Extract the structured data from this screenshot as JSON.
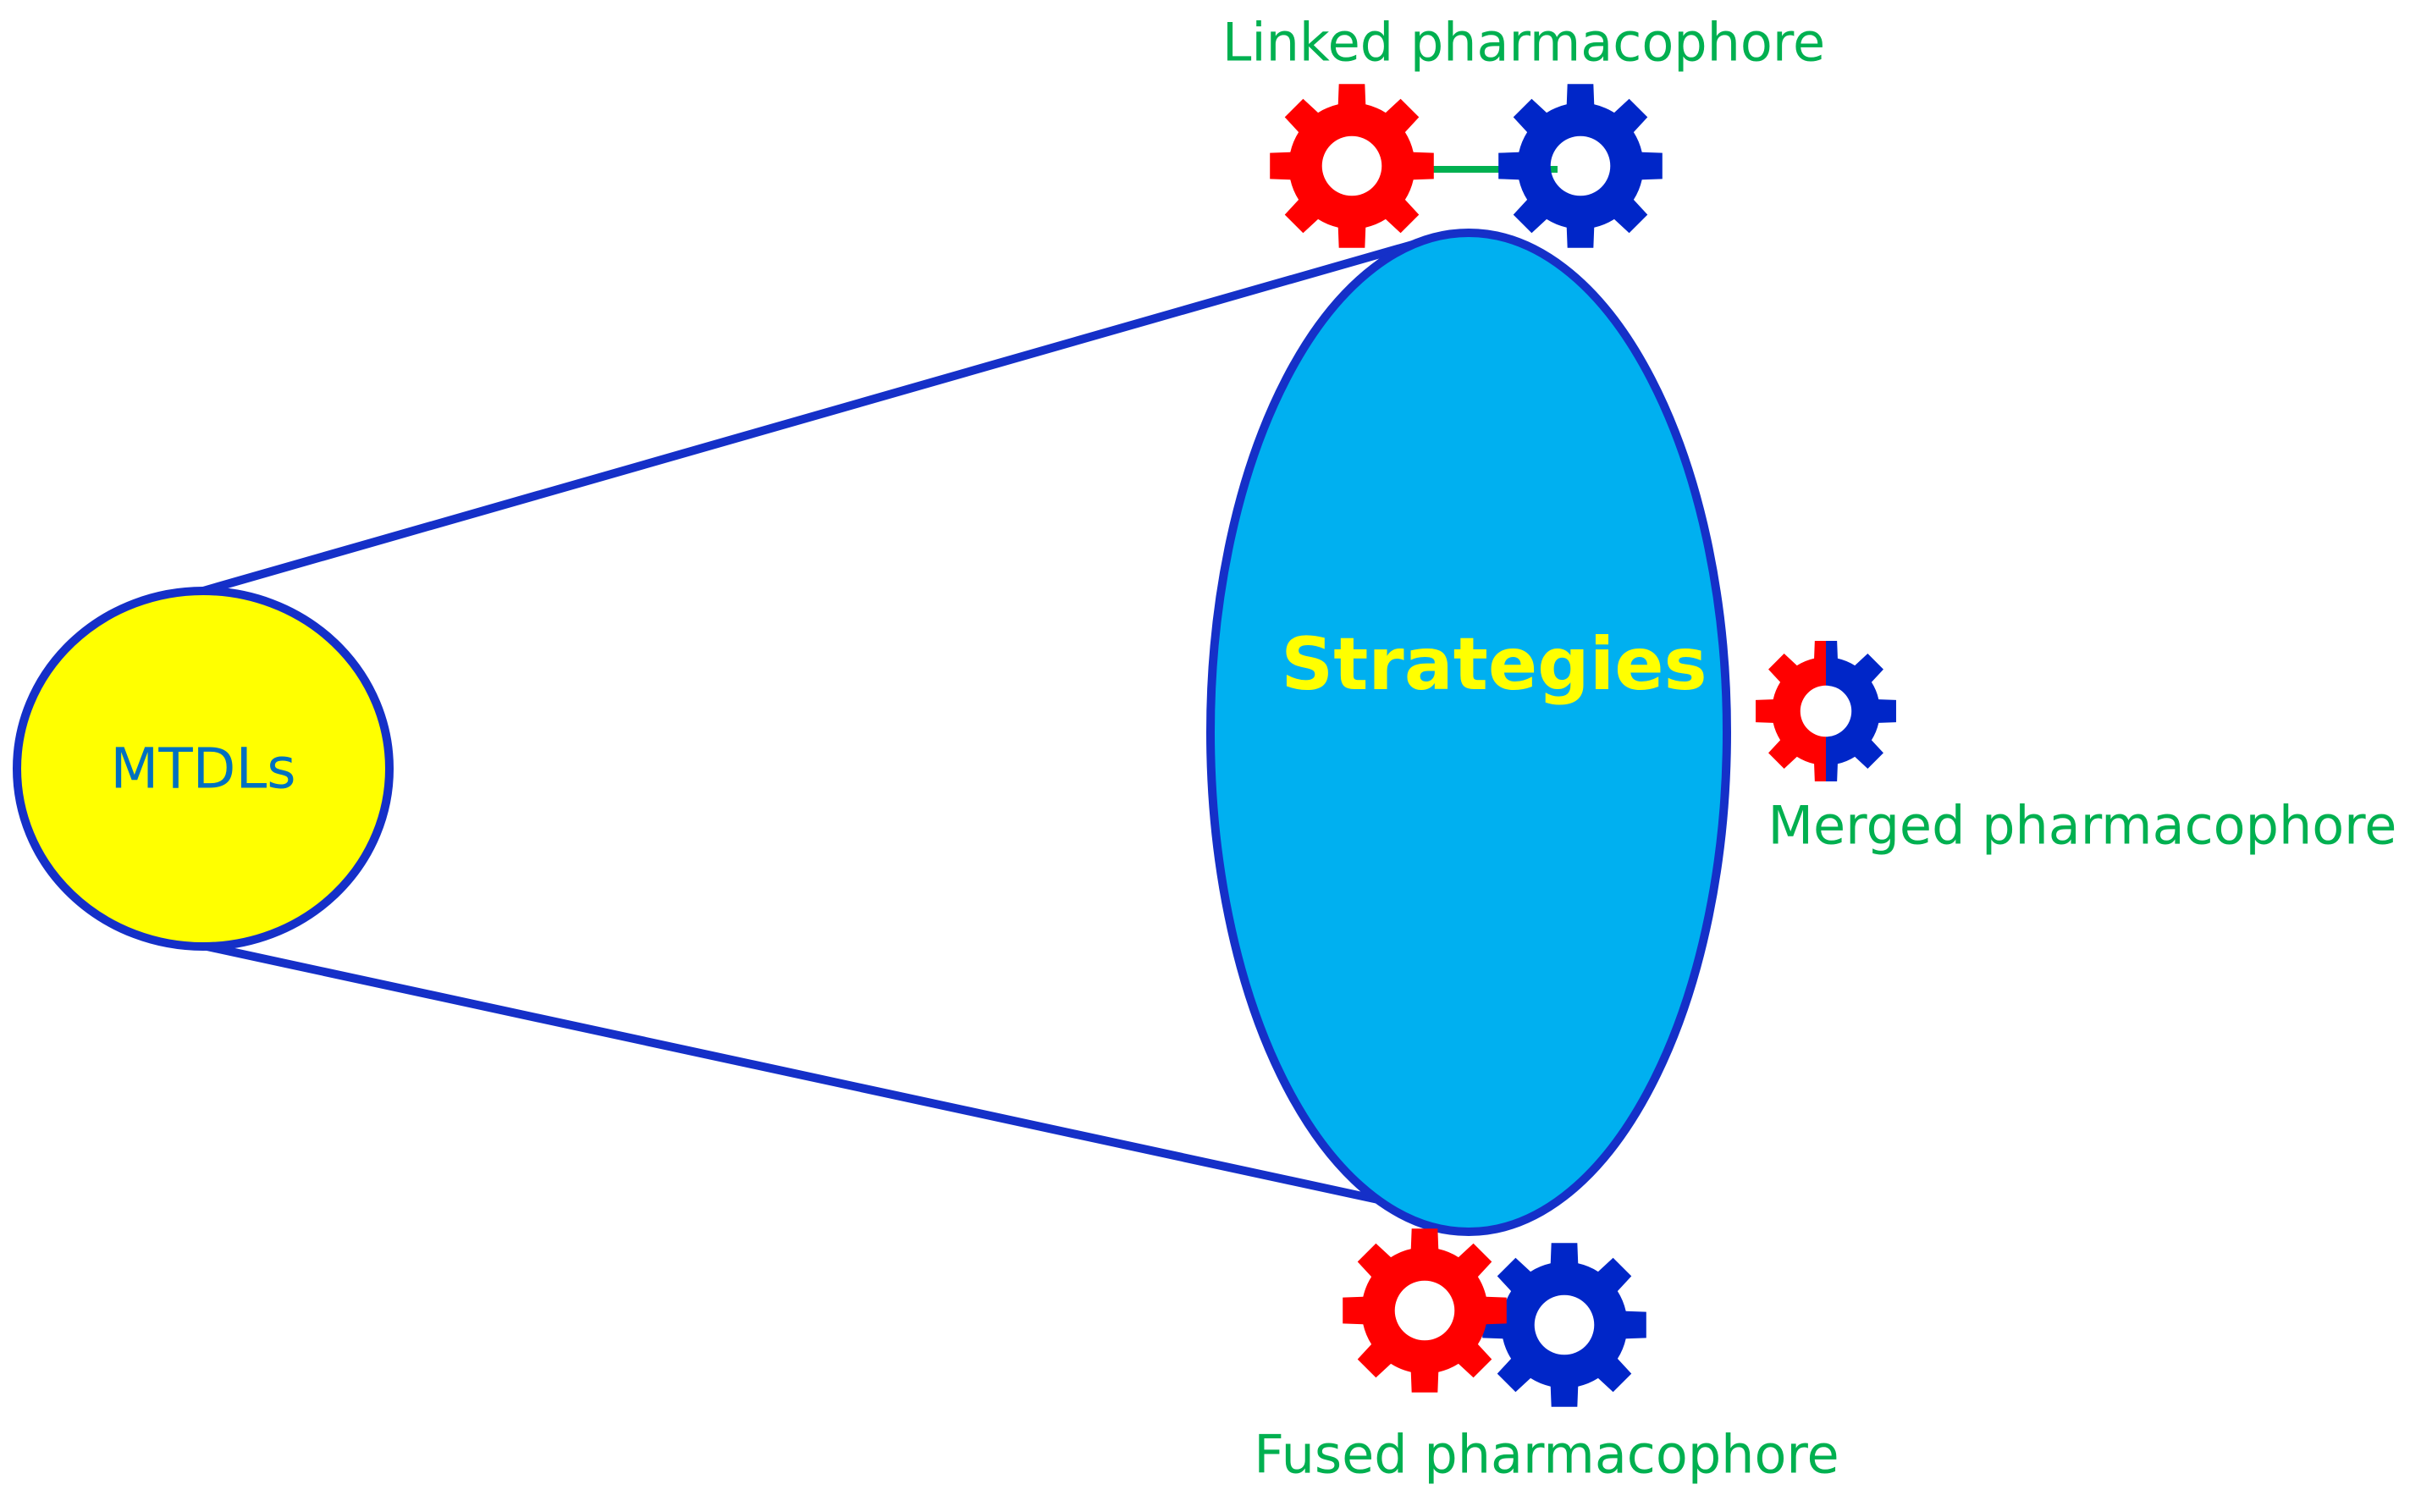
{
  "colors": {
    "outline": "#1530C8",
    "ellipse_fill": "#00B0F0",
    "circle_fill": "#FFFF00",
    "strategy_text": "#FFFF00",
    "mtdl_text": "#0070C0",
    "label_green": "#00B050",
    "gear_red": "#FF0000",
    "gear_blue": "#0026C8",
    "linker": "#00B050"
  },
  "diagram": {
    "source_node": {
      "label": "MTDLs"
    },
    "target_node": {
      "label": "Strategies"
    },
    "strategies": [
      {
        "label": "Linked pharmacophore",
        "icon": "linked-gears-icon"
      },
      {
        "label": "Merged pharmacophore",
        "icon": "merged-gear-icon"
      },
      {
        "label": "Fused pharmacophore",
        "icon": "fused-gears-icon"
      }
    ]
  }
}
